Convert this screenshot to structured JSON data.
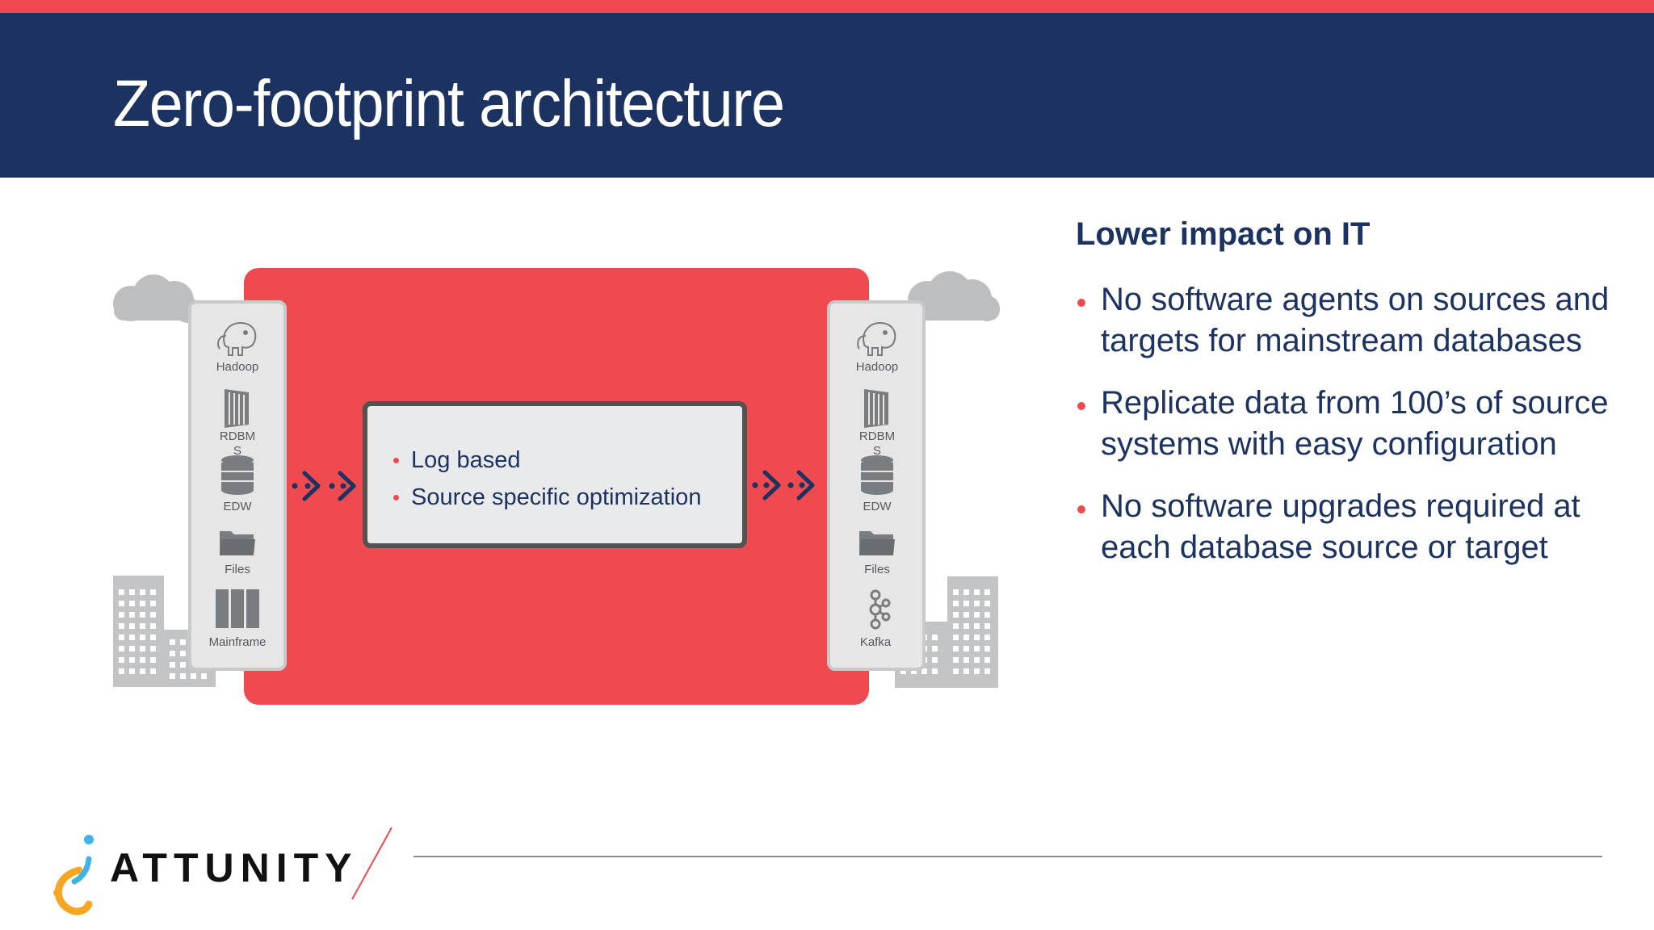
{
  "slide": {
    "title": "Zero-footprint architecture"
  },
  "diagram": {
    "left_panel": {
      "items": [
        {
          "label": "Hadoop",
          "icon": "elephant-icon"
        },
        {
          "label": "RDBM\nS",
          "icon": "database-rack-icon"
        },
        {
          "label": "EDW",
          "icon": "database-cylinder-icon"
        },
        {
          "label": "Files",
          "icon": "folder-icon"
        },
        {
          "label": "Mainframe",
          "icon": "mainframe-icon"
        }
      ]
    },
    "right_panel": {
      "items": [
        {
          "label": "Hadoop",
          "icon": "elephant-icon"
        },
        {
          "label": "RDBM\nS",
          "icon": "database-rack-icon"
        },
        {
          "label": "EDW",
          "icon": "database-cylinder-icon"
        },
        {
          "label": "Files",
          "icon": "folder-icon"
        },
        {
          "label": "Kafka",
          "icon": "kafka-icon"
        }
      ]
    },
    "process_box": {
      "items": [
        "Log based",
        "Source specific optimization"
      ]
    }
  },
  "side": {
    "heading": "Lower impact on IT",
    "bullets": [
      "No software agents on sources and targets for mainstream databases",
      "Replicate data from 100’s of source systems with easy configuration",
      "No software upgrades required at each database source or target"
    ]
  },
  "footer": {
    "brand": "ATTUNITY"
  },
  "colors": {
    "accent_red": "#ee4a4f",
    "navy": "#1c3260",
    "panel_gray": "#e6e6e7",
    "panel_border": "#c8c9ca",
    "icon_gray": "#7a7d80",
    "building_gray": "#c3c4c6",
    "cloud_gray": "#bdbec0",
    "logo_orange": "#f5a623",
    "logo_blue": "#3fb4e5"
  }
}
